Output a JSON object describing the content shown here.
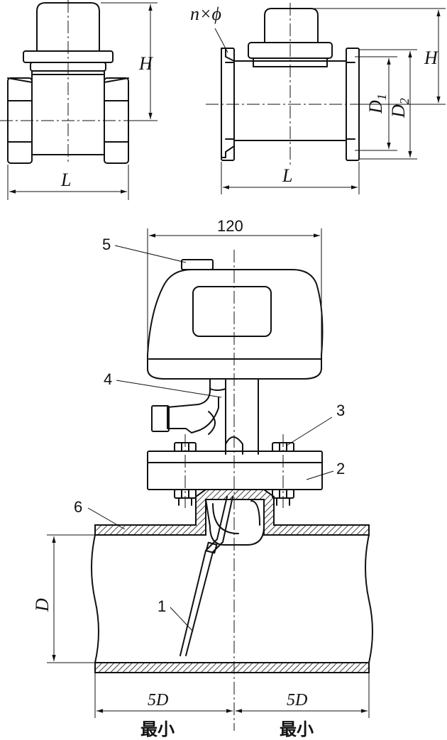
{
  "top_left_view": {
    "height_label": "H",
    "length_label": "L"
  },
  "top_right_view": {
    "bolt_label": "n×ϕ",
    "height_label": "H",
    "d1_label": "D",
    "d1_sub": "1",
    "d2_label": "D",
    "d2_sub": "2",
    "length_label": "L"
  },
  "bottom_view": {
    "width_dim": "120",
    "parts": [
      "1",
      "2",
      "3",
      "4",
      "5",
      "6"
    ],
    "pipe_diameter_label": "D",
    "upstream_dim": "5D",
    "downstream_dim": "5D",
    "upstream_note": "最小",
    "downstream_note": "最小"
  }
}
